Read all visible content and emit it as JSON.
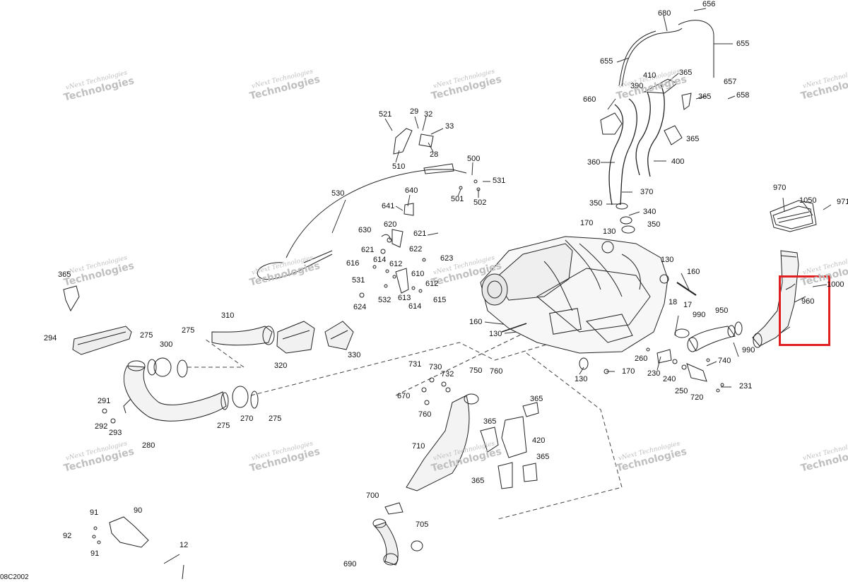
{
  "figure_ref": "08C2002",
  "watermark": {
    "line1": "vNext Technologies",
    "line2": "Technologies"
  },
  "highlight_color": "#e02020",
  "highlighted_part": "960",
  "callouts": [
    {
      "id": "c656",
      "text": "656"
    },
    {
      "id": "c680",
      "text": "680"
    },
    {
      "id": "c655a",
      "text": "655"
    },
    {
      "id": "c655b",
      "text": "655"
    },
    {
      "id": "c410",
      "text": "410"
    },
    {
      "id": "c365a",
      "text": "365"
    },
    {
      "id": "c390",
      "text": "390"
    },
    {
      "id": "c365b",
      "text": "365"
    },
    {
      "id": "c657",
      "text": "657"
    },
    {
      "id": "c660",
      "text": "660"
    },
    {
      "id": "c658",
      "text": "658"
    },
    {
      "id": "c365c",
      "text": "365"
    },
    {
      "id": "c360",
      "text": "360"
    },
    {
      "id": "c400",
      "text": "400"
    },
    {
      "id": "c370",
      "text": "370"
    },
    {
      "id": "c350a",
      "text": "350"
    },
    {
      "id": "c340",
      "text": "340"
    },
    {
      "id": "c350b",
      "text": "350"
    },
    {
      "id": "c170a",
      "text": "170"
    },
    {
      "id": "c130a",
      "text": "130"
    },
    {
      "id": "c130b",
      "text": "130"
    },
    {
      "id": "c160a",
      "text": "160"
    },
    {
      "id": "c970",
      "text": "970"
    },
    {
      "id": "c1050",
      "text": "1050"
    },
    {
      "id": "c971",
      "text": "971"
    },
    {
      "id": "c1000",
      "text": "1000"
    },
    {
      "id": "c960",
      "text": "960"
    },
    {
      "id": "c18",
      "text": "18"
    },
    {
      "id": "c17",
      "text": "17"
    },
    {
      "id": "c990a",
      "text": "990"
    },
    {
      "id": "c950",
      "text": "950"
    },
    {
      "id": "c990b",
      "text": "990"
    },
    {
      "id": "c160b",
      "text": "160"
    },
    {
      "id": "c130c",
      "text": "130"
    },
    {
      "id": "c260",
      "text": "260"
    },
    {
      "id": "c740",
      "text": "740"
    },
    {
      "id": "c230",
      "text": "230"
    },
    {
      "id": "c240",
      "text": "240"
    },
    {
      "id": "c231",
      "text": "231"
    },
    {
      "id": "c250",
      "text": "250"
    },
    {
      "id": "c720",
      "text": "720"
    },
    {
      "id": "c130d",
      "text": "130"
    },
    {
      "id": "c170b",
      "text": "170"
    },
    {
      "id": "c521",
      "text": "521"
    },
    {
      "id": "c29",
      "text": "29"
    },
    {
      "id": "c32",
      "text": "32"
    },
    {
      "id": "c33",
      "text": "33"
    },
    {
      "id": "c28",
      "text": "28"
    },
    {
      "id": "c510",
      "text": "510"
    },
    {
      "id": "c500",
      "text": "500"
    },
    {
      "id": "c531a",
      "text": "531"
    },
    {
      "id": "c501",
      "text": "501"
    },
    {
      "id": "c502",
      "text": "502"
    },
    {
      "id": "c530",
      "text": "530"
    },
    {
      "id": "c640",
      "text": "640"
    },
    {
      "id": "c641",
      "text": "641"
    },
    {
      "id": "c630",
      "text": "630"
    },
    {
      "id": "c620",
      "text": "620"
    },
    {
      "id": "c621a",
      "text": "621"
    },
    {
      "id": "c621b",
      "text": "621"
    },
    {
      "id": "c622",
      "text": "622"
    },
    {
      "id": "c623",
      "text": "623"
    },
    {
      "id": "c616",
      "text": "616"
    },
    {
      "id": "c614a",
      "text": "614"
    },
    {
      "id": "c612a",
      "text": "612"
    },
    {
      "id": "c610",
      "text": "610"
    },
    {
      "id": "c531b",
      "text": "531"
    },
    {
      "id": "c612b",
      "text": "612"
    },
    {
      "id": "c532",
      "text": "532"
    },
    {
      "id": "c613",
      "text": "613"
    },
    {
      "id": "c614b",
      "text": "614"
    },
    {
      "id": "c615",
      "text": "615"
    },
    {
      "id": "c624",
      "text": "624"
    },
    {
      "id": "c365d",
      "text": "365"
    },
    {
      "id": "c294",
      "text": "294"
    },
    {
      "id": "c310",
      "text": "310"
    },
    {
      "id": "c320",
      "text": "320"
    },
    {
      "id": "c330",
      "text": "330"
    },
    {
      "id": "c275a",
      "text": "275"
    },
    {
      "id": "c300",
      "text": "300"
    },
    {
      "id": "c275b",
      "text": "275"
    },
    {
      "id": "c291",
      "text": "291"
    },
    {
      "id": "c292",
      "text": "292"
    },
    {
      "id": "c293",
      "text": "293"
    },
    {
      "id": "c280",
      "text": "280"
    },
    {
      "id": "c275c",
      "text": "275"
    },
    {
      "id": "c270",
      "text": "270"
    },
    {
      "id": "c275d",
      "text": "275"
    },
    {
      "id": "c731",
      "text": "731"
    },
    {
      "id": "c730",
      "text": "730"
    },
    {
      "id": "c732",
      "text": "732"
    },
    {
      "id": "c750",
      "text": "750"
    },
    {
      "id": "c760a",
      "text": "760"
    },
    {
      "id": "c670",
      "text": "670"
    },
    {
      "id": "c760b",
      "text": "760"
    },
    {
      "id": "c365e",
      "text": "365"
    },
    {
      "id": "c365f",
      "text": "365"
    },
    {
      "id": "c420",
      "text": "420"
    },
    {
      "id": "c710",
      "text": "710"
    },
    {
      "id": "c365g",
      "text": "365"
    },
    {
      "id": "c365h",
      "text": "365"
    },
    {
      "id": "c700",
      "text": "700"
    },
    {
      "id": "c705",
      "text": "705"
    },
    {
      "id": "c690",
      "text": "690"
    },
    {
      "id": "c91a",
      "text": "91"
    },
    {
      "id": "c90",
      "text": "90"
    },
    {
      "id": "c92",
      "text": "92"
    },
    {
      "id": "c91b",
      "text": "91"
    },
    {
      "id": "c12",
      "text": "12"
    }
  ]
}
